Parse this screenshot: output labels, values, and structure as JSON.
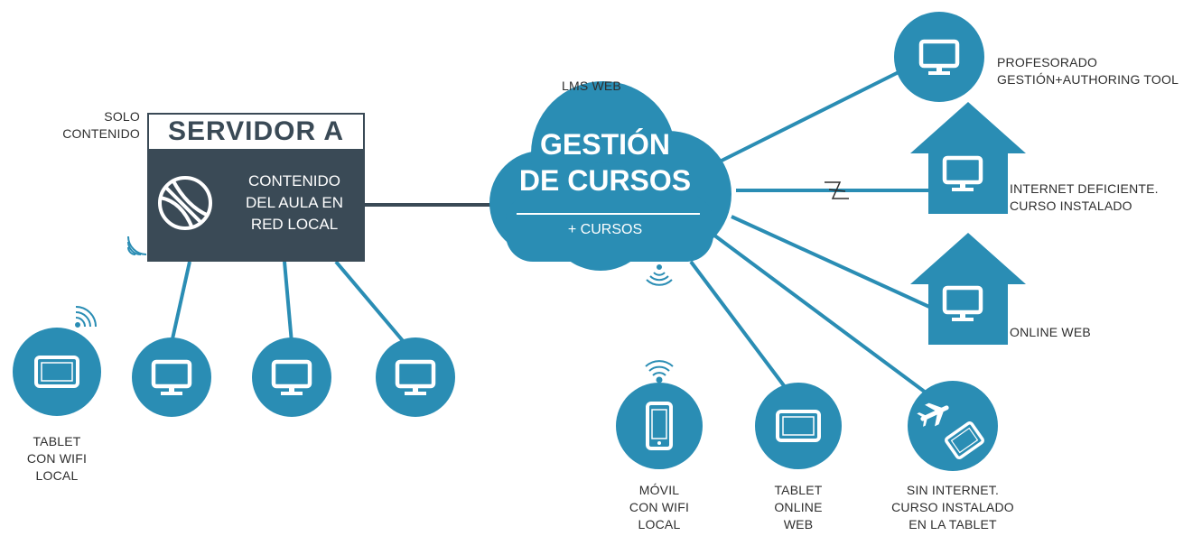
{
  "colors": {
    "accent": "#2a8db4",
    "server_dark": "#3a4a56",
    "text": "#2e2e2e",
    "white": "#ffffff"
  },
  "server": {
    "side_label": [
      "SOLO",
      "CONTENIDO"
    ],
    "title": "SERVIDOR A",
    "body": [
      "CONTENIDO",
      "DEL AULA EN",
      "RED LOCAL"
    ],
    "icon": "globe-icon"
  },
  "cloud": {
    "top_label": "LMS WEB",
    "title": [
      "GESTIÓN",
      "DE CURSOS"
    ],
    "subtitle": "+ CURSOS"
  },
  "local_devices": {
    "tablet": [
      "TABLET",
      "CON WIFI",
      "LOCAL"
    ]
  },
  "remote_devices": {
    "profesorado": [
      "PROFESORADO",
      "GESTIÓN+AUTHORING TOOL"
    ],
    "internet_deficiente": [
      "INTERNET DEFICIENTE.",
      "CURSO INSTALADO"
    ],
    "online_web": [
      "ONLINE WEB"
    ],
    "movil": [
      "MÓVIL",
      "CON WIFI",
      "LOCAL"
    ],
    "tablet_online": [
      "TABLET",
      "ONLINE",
      "WEB"
    ],
    "sin_internet": [
      "SIN INTERNET.",
      "CURSO INSTALADO",
      "EN LA TABLET"
    ]
  }
}
